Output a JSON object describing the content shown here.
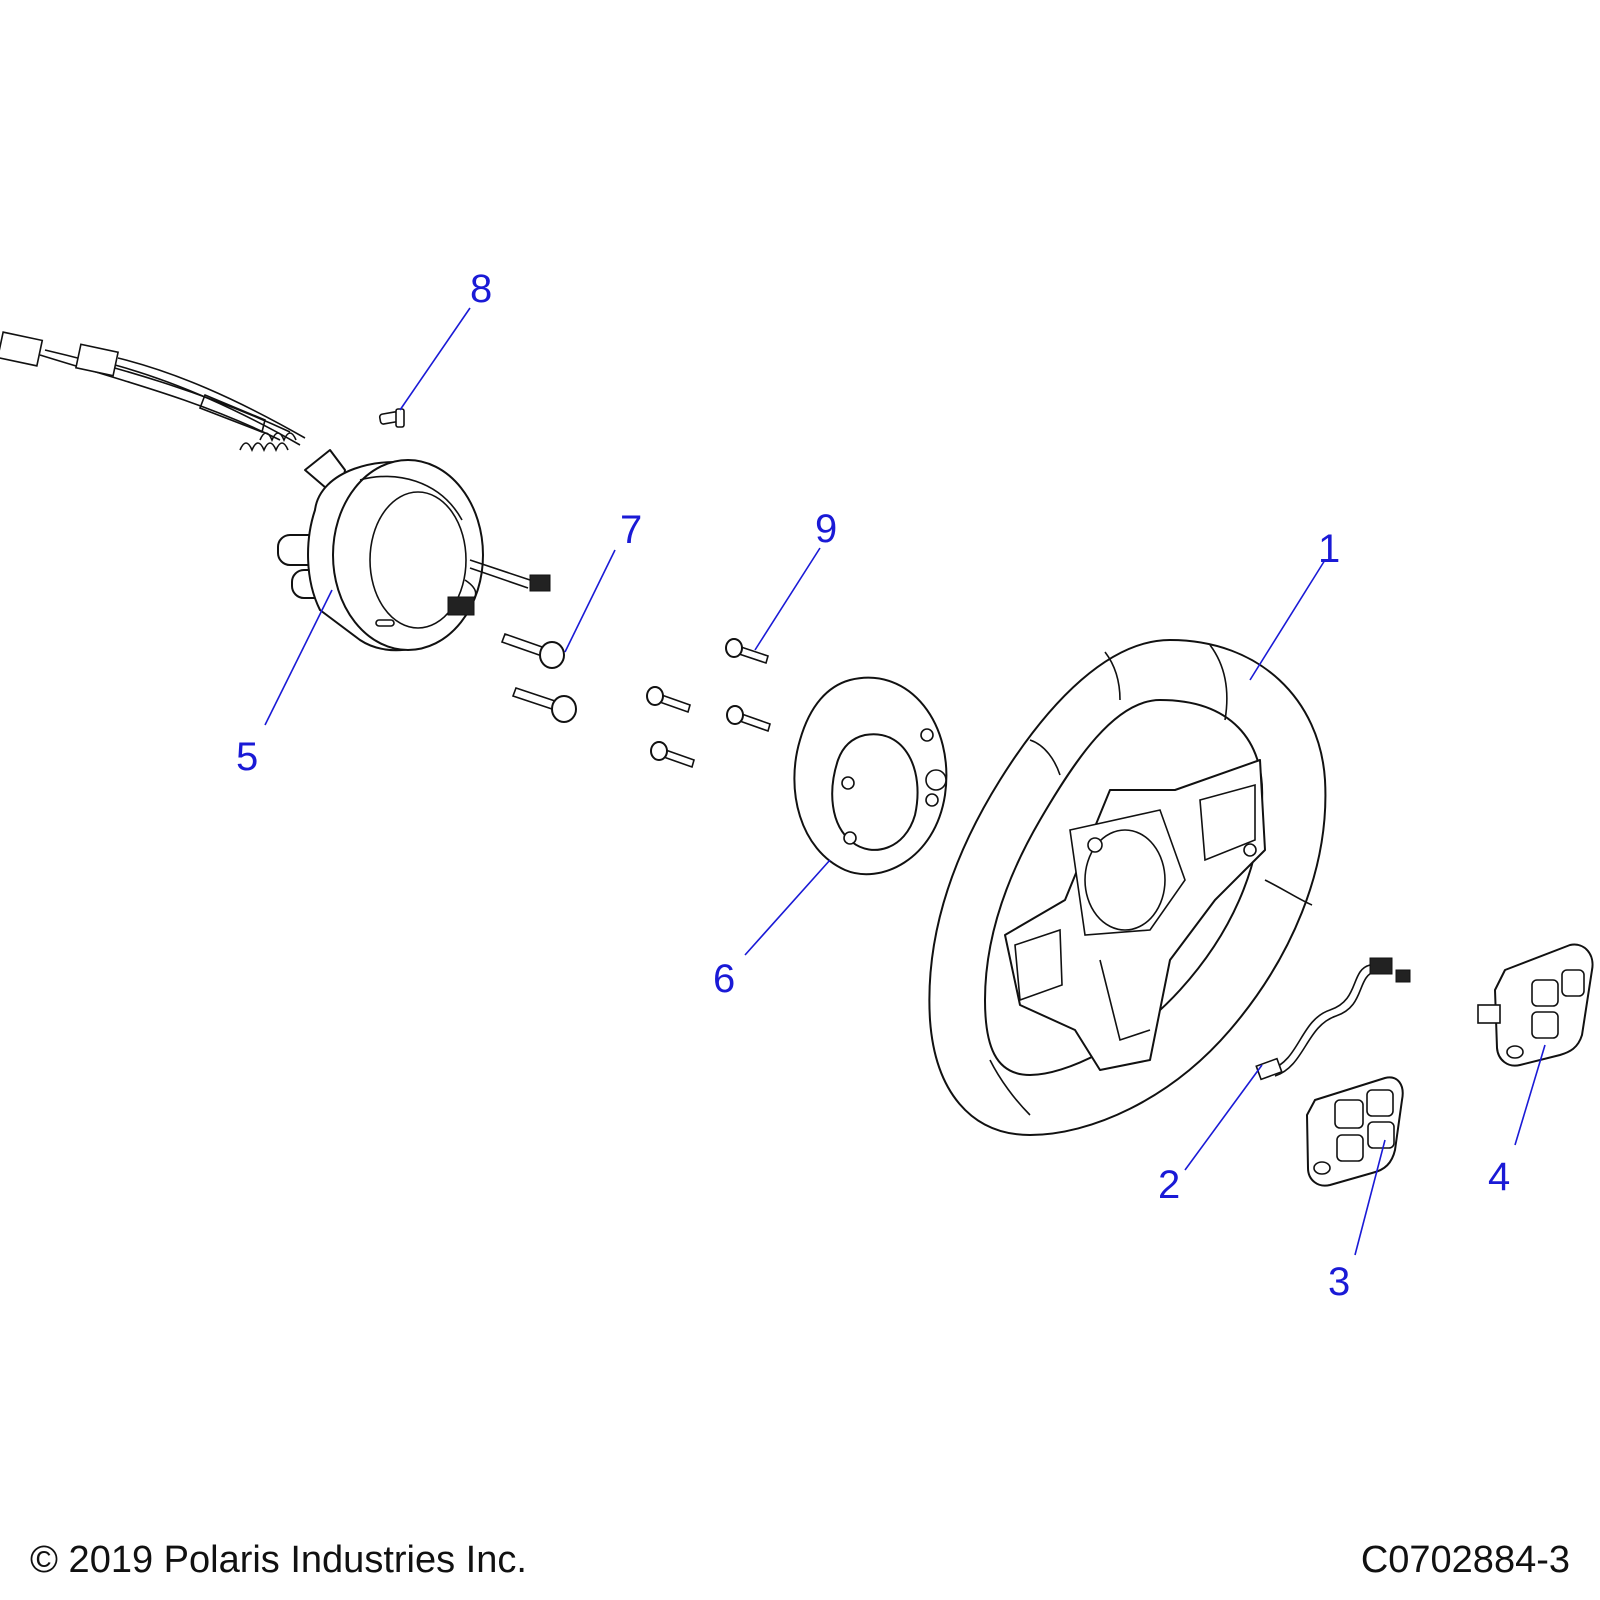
{
  "callouts": [
    {
      "id": "1",
      "label": "1"
    },
    {
      "id": "2",
      "label": "2"
    },
    {
      "id": "3",
      "label": "3"
    },
    {
      "id": "4",
      "label": "4"
    },
    {
      "id": "5",
      "label": "5"
    },
    {
      "id": "6",
      "label": "6"
    },
    {
      "id": "7",
      "label": "7"
    },
    {
      "id": "8",
      "label": "8"
    },
    {
      "id": "9",
      "label": "9"
    }
  ],
  "footer": {
    "copyright": "© 2019 Polaris Industries Inc.",
    "drawing_number": "C0702884-3"
  },
  "colors": {
    "callout": "#1a1ad6",
    "line_art": "#111111",
    "background": "#ffffff"
  }
}
